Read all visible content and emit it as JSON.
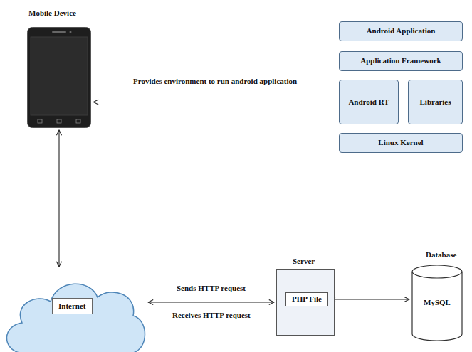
{
  "diagram": {
    "nodes": [
      {
        "text": [
          "Mobile Device"
        ]
      },
      {
        "text": [
          "Android Application"
        ]
      },
      {
        "text": [
          "Application Framework"
        ]
      },
      {
        "text": [
          "Android RT"
        ]
      },
      {
        "text": [
          "Libraries"
        ]
      },
      {
        "text": [
          "Linux Kernel"
        ]
      },
      {
        "text": [
          "Internet"
        ]
      },
      {
        "text": [
          "Server"
        ]
      },
      {
        "text": [
          "PHP File"
        ],
        "in": 7
      },
      {
        "text": [
          "Database",
          "MySQL"
        ]
      }
    ],
    "edges": [
      {
        "from": 3,
        "to": 0,
        "arrow": "to",
        "label": "Provides environment to run android application"
      },
      {
        "from": 0,
        "to": 6,
        "arrow": "both"
      },
      {
        "from": 6,
        "to": 7,
        "arrow": "both",
        "label": "Sends HTTP request"
      },
      {
        "from": 8,
        "to": 9,
        "arrow": "both"
      }
    ],
    "labels": [
      "Receives HTTP request"
    ]
  }
}
